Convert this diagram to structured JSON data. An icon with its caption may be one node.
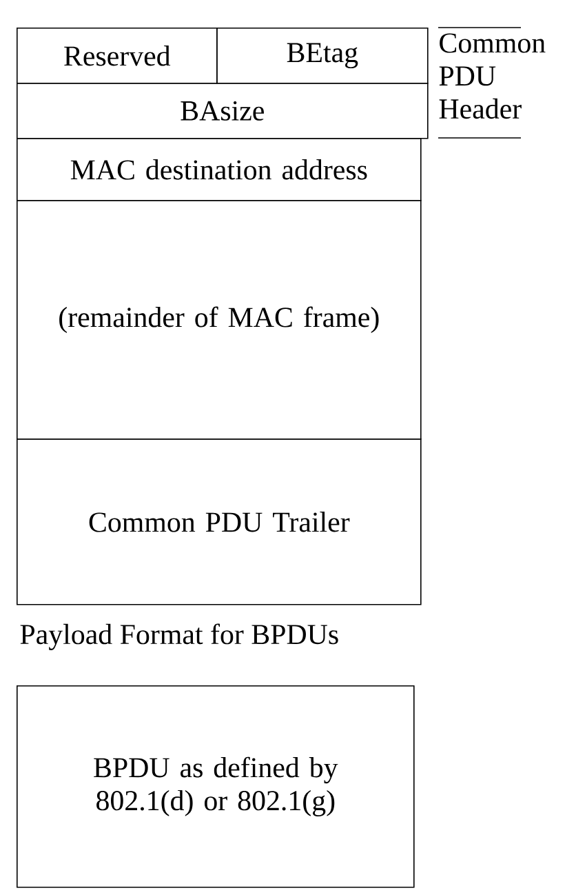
{
  "diagram": {
    "nodes": [
      {
        "text": [
          "Reserved"
        ]
      },
      {
        "text": [
          "BEtag"
        ]
      },
      {
        "text": [
          "BAsize"
        ]
      },
      {
        "text": [
          "MAC destination address"
        ]
      },
      {
        "text": [
          "(remainder of MAC frame)"
        ]
      },
      {
        "text": [
          "Common PDU Trailer"
        ]
      },
      {
        "text": [
          "BPDU as defined by 802.1(d) or 802.1(g)"
        ]
      }
    ],
    "edges": [],
    "labels": [
      "Common PDU Header",
      "Payload Format for BPDUs"
    ]
  }
}
